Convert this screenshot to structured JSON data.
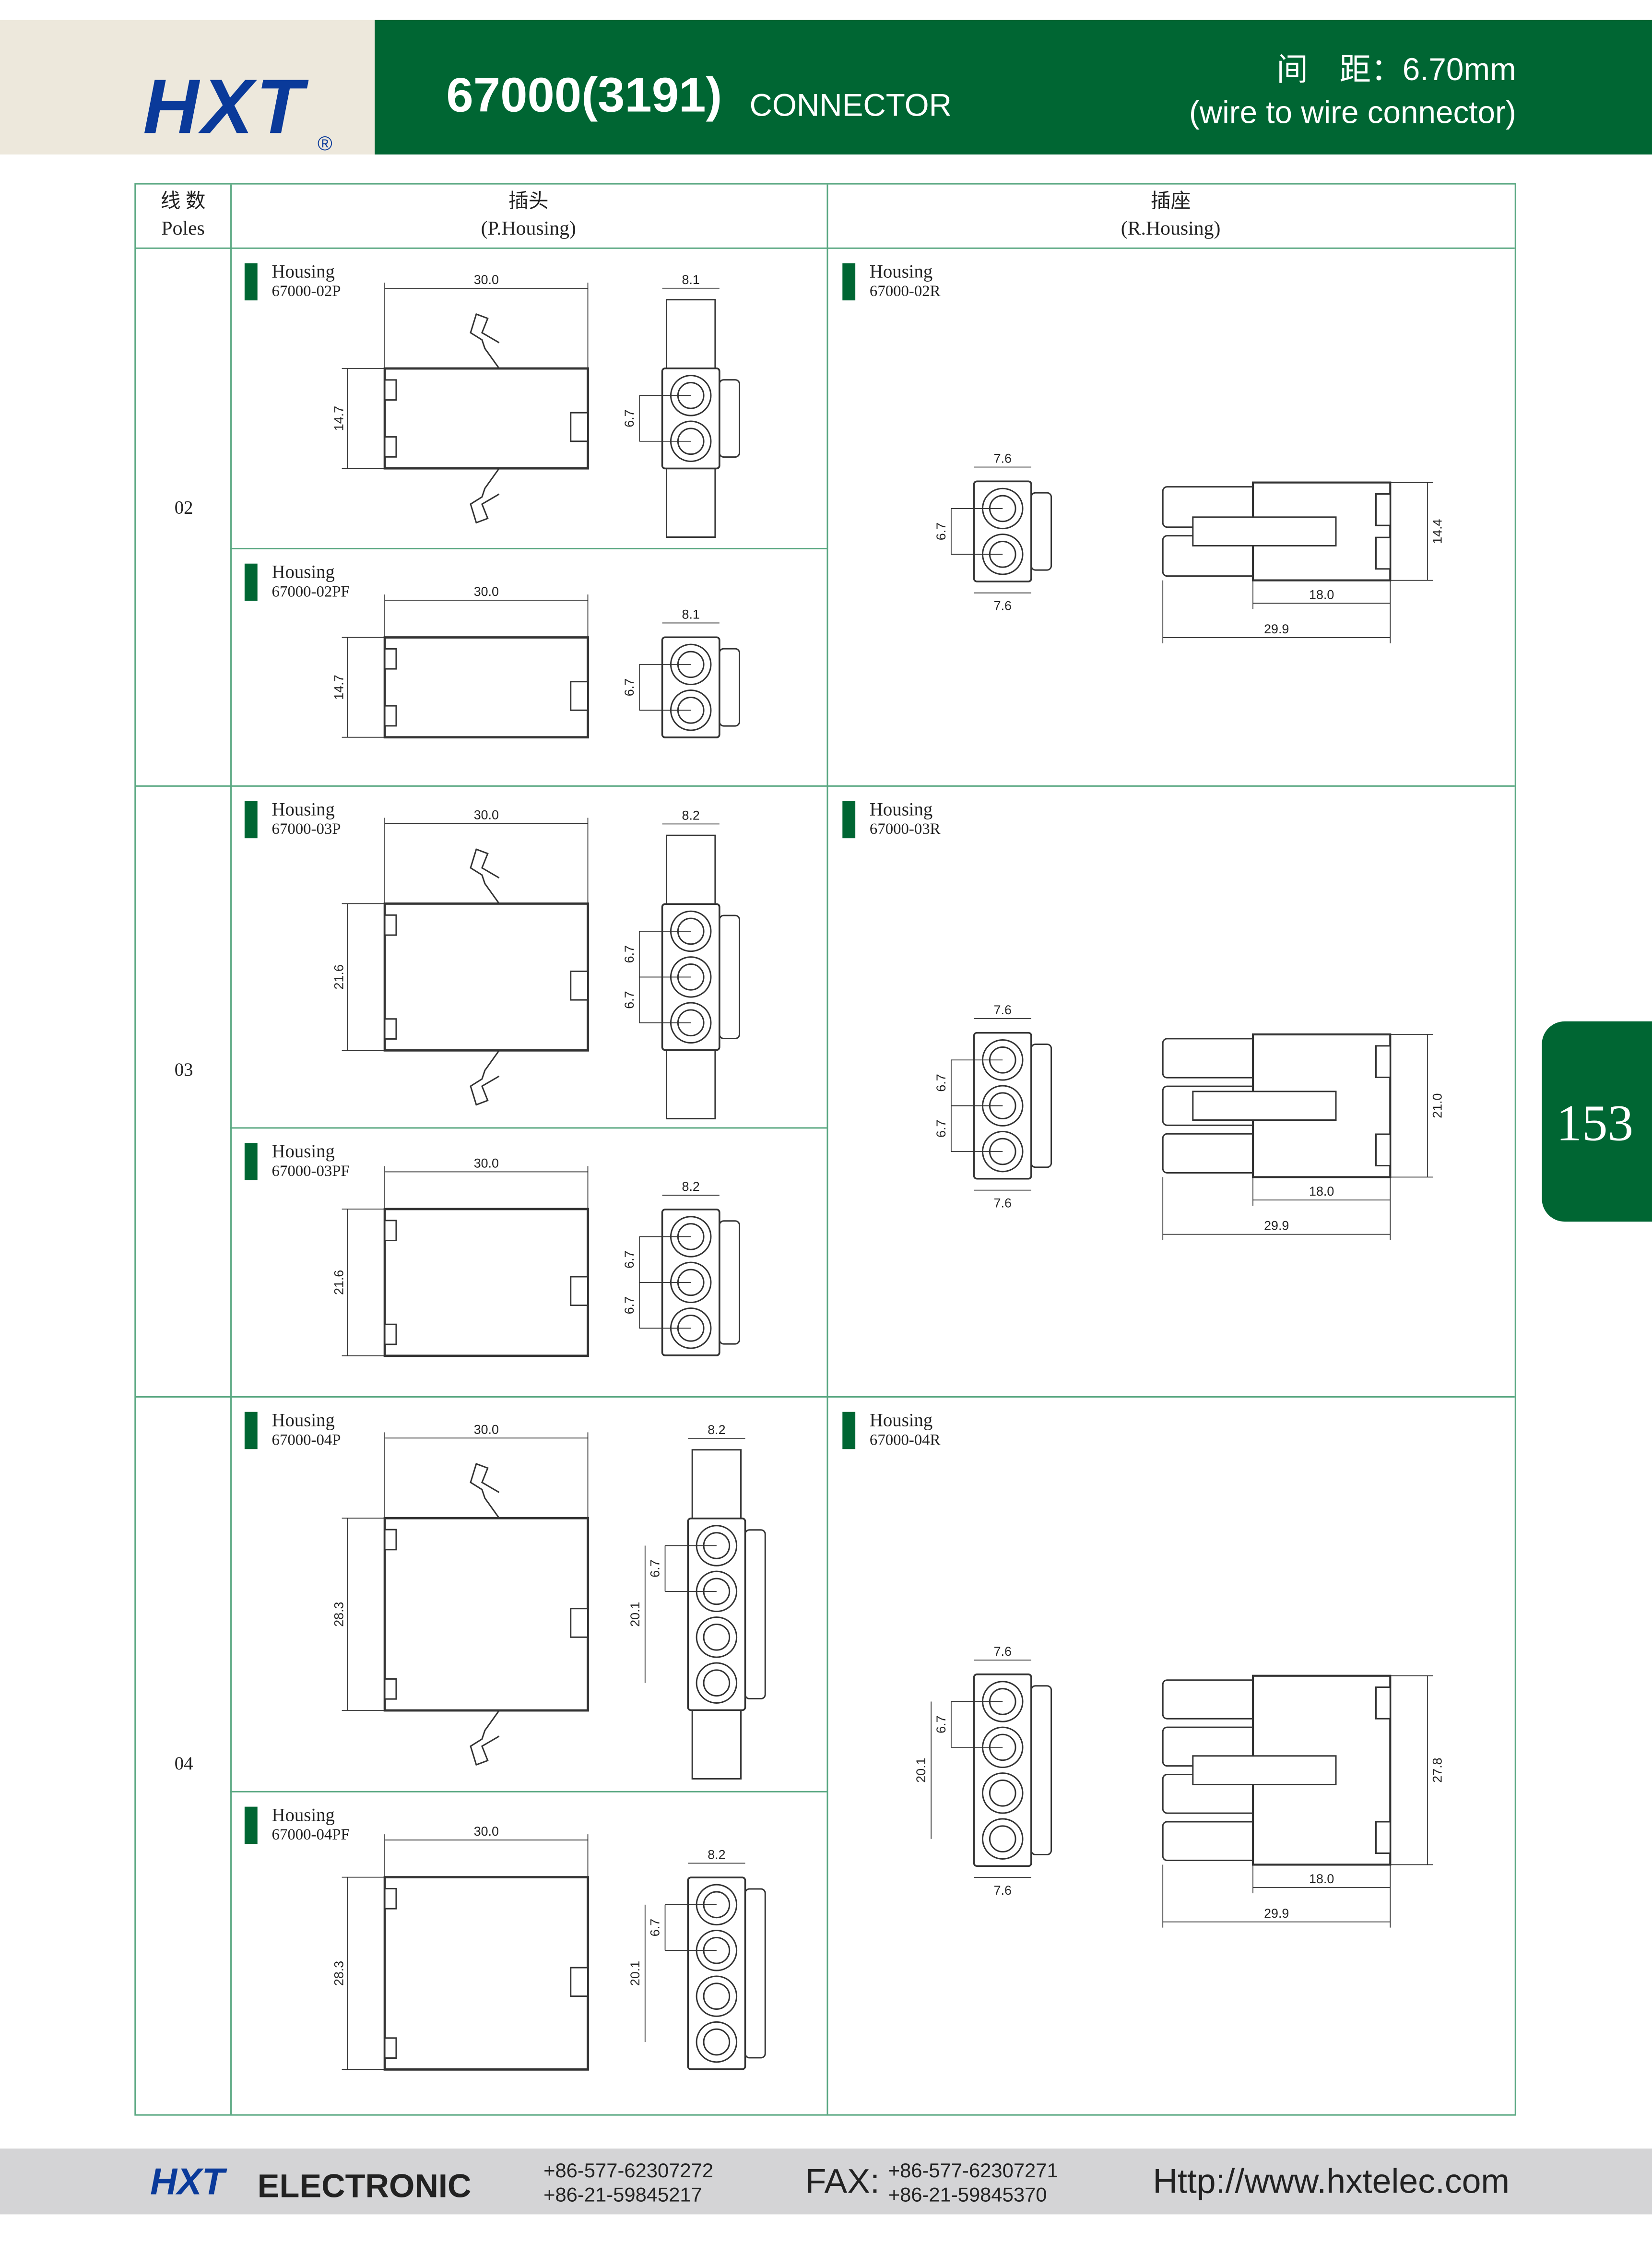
{
  "header": {
    "logo": "HXT",
    "reg": "®",
    "model": "67000(3191)",
    "type": "CONNECTOR",
    "pitch": "间　距：6.70mm",
    "subtitle": "(wire to wire connector)"
  },
  "table": {
    "col_poles": "线 数",
    "col_poles_en": "Poles",
    "col_plug": "插头",
    "col_plug_en": "(P.Housing)",
    "col_rec": "插座",
    "col_rec_en": "(R.Housing)"
  },
  "rows": [
    {
      "poles": "02",
      "plug": {
        "label": "Housing",
        "part": "67000-02P",
        "length": "30.0",
        "height": "14.7",
        "width": "8.1",
        "pitch": [
          "6.7"
        ],
        "latch": true
      },
      "plug_f": {
        "label": "Housing",
        "part": "67000-02PF",
        "length": "30.0",
        "height": "14.7",
        "width": "8.1",
        "pitch": [
          "6.7"
        ],
        "latch": false
      },
      "rec": {
        "label": "Housing",
        "part": "67000-02R",
        "width": "7.6",
        "pitch": [
          "6.7"
        ],
        "height": "14.4",
        "mate": "18.0",
        "length": "29.9"
      }
    },
    {
      "poles": "03",
      "plug": {
        "label": "Housing",
        "part": "67000-03P",
        "length": "30.0",
        "height": "21.6",
        "width": "8.2",
        "pitch": [
          "6.7",
          "6.7"
        ],
        "latch": true
      },
      "plug_f": {
        "label": "Housing",
        "part": "67000-03PF",
        "length": "30.0",
        "height": "21.6",
        "width": "8.2",
        "pitch": [
          "6.7",
          "6.7"
        ],
        "latch": false
      },
      "rec": {
        "label": "Housing",
        "part": "67000-03R",
        "width": "7.6",
        "pitch": [
          "6.7",
          "6.7"
        ],
        "height": "21.0",
        "mate": "18.0",
        "length": "29.9"
      }
    },
    {
      "poles": "04",
      "plug": {
        "label": "Housing",
        "part": "67000-04P",
        "length": "30.0",
        "height": "28.3",
        "width": "8.2",
        "pitch": [
          "6.7"
        ],
        "span": "20.1",
        "latch": true
      },
      "plug_f": {
        "label": "Housing",
        "part": "67000-04PF",
        "length": "30.0",
        "height": "28.3",
        "width": "8.2",
        "pitch": [
          "6.7"
        ],
        "span": "20.1",
        "latch": false
      },
      "rec": {
        "label": "Housing",
        "part": "67000-04R",
        "width": "7.6",
        "pitch": [
          "6.7"
        ],
        "span": "20.1",
        "height": "27.8",
        "mate": "18.0",
        "length": "29.9"
      }
    }
  ],
  "page_number": "153",
  "footer": {
    "logo": "HXT",
    "brand": "ELECTRONIC",
    "tel": [
      "+86-577-62307272",
      "+86-21-59845217"
    ],
    "fax_label": "FAX:",
    "fax": [
      "+86-577-62307271",
      "+86-21-59845370"
    ],
    "url": "Http://www.hxtelec.com"
  },
  "colors": {
    "brand_green": "#006633",
    "logo_blue": "#0a3a9a",
    "footer_gray": "#d4d4d6"
  }
}
